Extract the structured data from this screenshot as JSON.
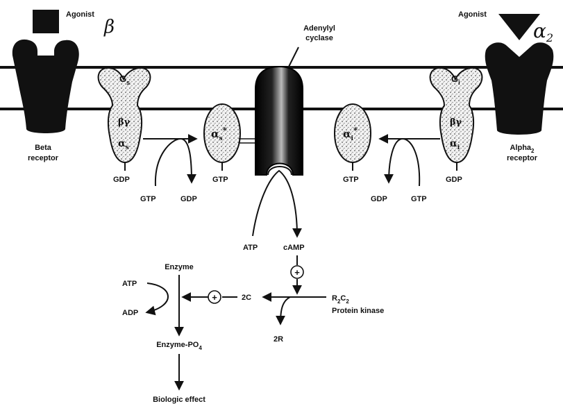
{
  "left": {
    "agonist": "Agonist",
    "handwritten": "β",
    "receptor_line1": "Beta",
    "receptor_line2": "receptor",
    "g_protein": {
      "G": "G",
      "sub": "s",
      "bg": "βγ",
      "alpha": "α",
      "alpha_sub": "s"
    },
    "gdp_below": "GDP",
    "gtp_in": "GTP",
    "gdp_out": "GDP",
    "active_alpha": {
      "alpha": "α",
      "sub": "s",
      "star": "*"
    },
    "active_gtp": "GTP"
  },
  "right": {
    "agonist": "Agonist",
    "handwritten": "α",
    "handwritten_sub": "2",
    "receptor_line1": "Alpha",
    "receptor_line1_sub": "2",
    "receptor_line2": "receptor",
    "g_protein": {
      "G": "G",
      "sub": "i",
      "bg": "βγ",
      "alpha": "α",
      "alpha_sub": "i"
    },
    "gdp_below": "GDP",
    "gtp_in": "GTP",
    "gdp_out": "GDP",
    "active_alpha": {
      "alpha": "α",
      "sub": "i",
      "star": "*"
    },
    "active_gtp": "GTP"
  },
  "center": {
    "enzyme_line1": "Adenylyl",
    "enzyme_line2": "cyclase",
    "atp": "ATP",
    "camp": "cAMP"
  },
  "cascade": {
    "plus": "+",
    "r2c2_R": "R",
    "r2c2_sub1": "2",
    "r2c2_C": "C",
    "r2c2_sub2": "2",
    "protein_kinase": "Protein kinase",
    "two_c": "2C",
    "two_r": "2R",
    "enzyme": "Enzyme",
    "atp": "ATP",
    "adp": "ADP",
    "enzyme_po4": "Enzyme-PO",
    "enzyme_po4_sub": "4",
    "biologic_effect": "Biologic effect"
  },
  "colors": {
    "ink": "#111111",
    "stipple": "#e6e6e6",
    "paper": "#ffffff"
  }
}
